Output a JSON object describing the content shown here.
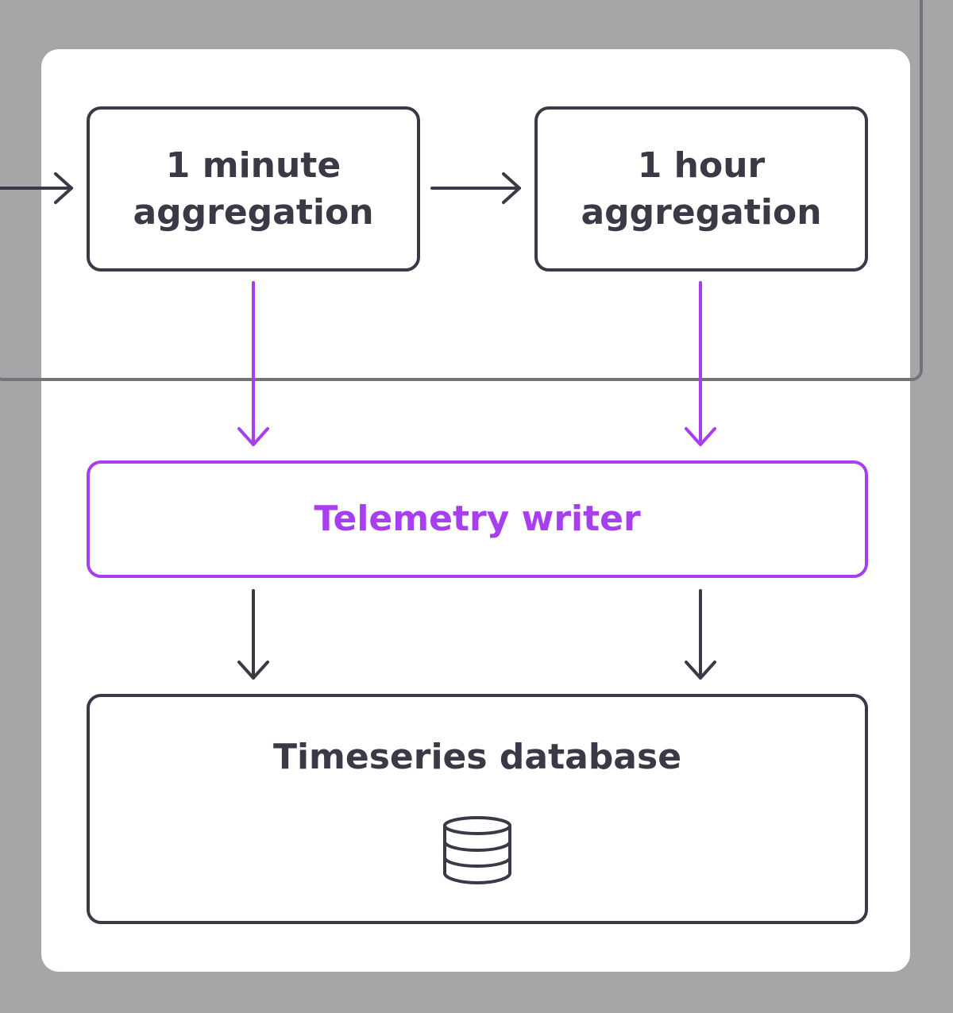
{
  "nodes": {
    "minute_aggregation": "1 minute\naggregation",
    "hour_aggregation": "1 hour\naggregation",
    "telemetry_writer": "Telemetry writer",
    "timeseries_database": "Timeseries database"
  },
  "icons": {
    "database": "database-icon"
  },
  "colors": {
    "background": "#a6a6a8",
    "card": "#ffffff",
    "stroke_dark": "#3a3946",
    "accent_purple": "#a73ef0",
    "frame_gray": "#74737b"
  }
}
